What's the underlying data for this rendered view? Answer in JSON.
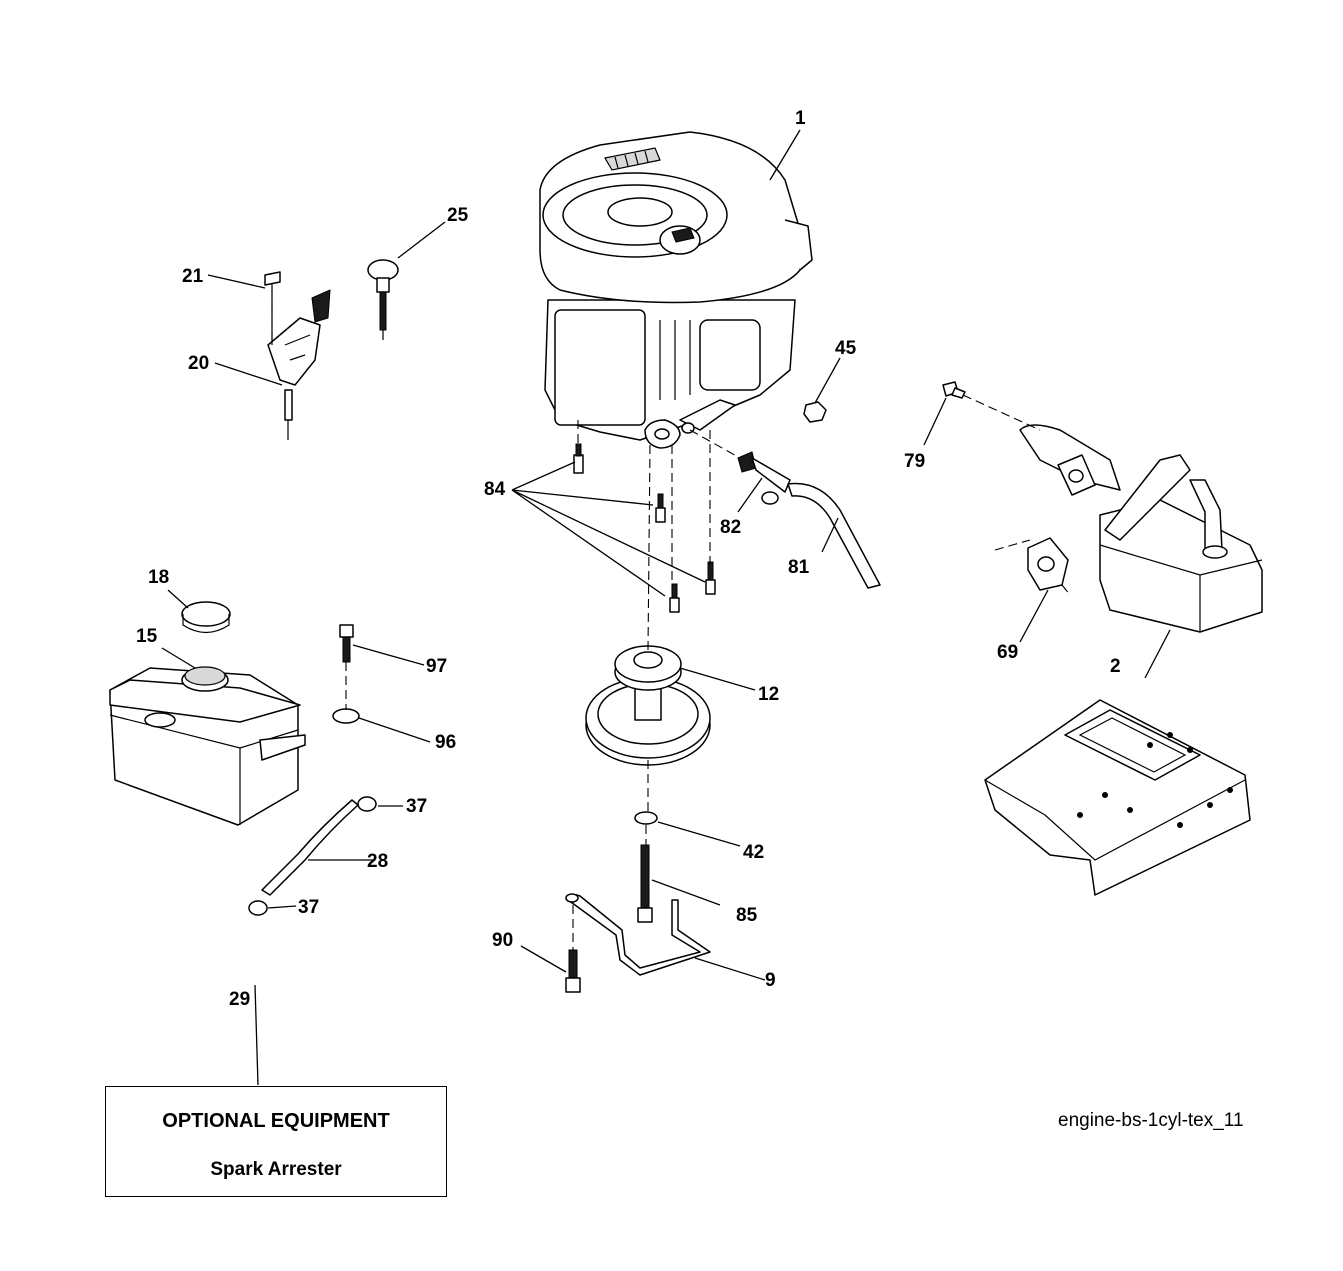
{
  "diagram": {
    "callouts": [
      {
        "key": "engine",
        "num": "1"
      },
      {
        "key": "muffler",
        "num": "2"
      },
      {
        "key": "bracket",
        "num": "9"
      },
      {
        "key": "pulley",
        "num": "12"
      },
      {
        "key": "fuel-tank",
        "num": "15"
      },
      {
        "key": "fuel-cap",
        "num": "18"
      },
      {
        "key": "throttle-control",
        "num": "20"
      },
      {
        "key": "throttle-screw",
        "num": "21"
      },
      {
        "key": "dipstick",
        "num": "25"
      },
      {
        "key": "fuel-line",
        "num": "28"
      },
      {
        "key": "spark-arrester",
        "num": "29"
      },
      {
        "key": "clamp-upper",
        "num": "37"
      },
      {
        "key": "clamp-lower",
        "num": "37"
      },
      {
        "key": "washer-pulley",
        "num": "42"
      },
      {
        "key": "nut",
        "num": "45"
      },
      {
        "key": "gasket",
        "num": "69"
      },
      {
        "key": "muffler-bolt",
        "num": "79"
      },
      {
        "key": "drain-hose",
        "num": "81"
      },
      {
        "key": "drain-valve",
        "num": "82"
      },
      {
        "key": "engine-bolts",
        "num": "84"
      },
      {
        "key": "pulley-bolt",
        "num": "85"
      },
      {
        "key": "bracket-bolt",
        "num": "90"
      },
      {
        "key": "washer-tank",
        "num": "96"
      },
      {
        "key": "tank-bolt",
        "num": "97"
      }
    ]
  },
  "optional_equipment": {
    "title": "OPTIONAL EQUIPMENT",
    "item": "Spark Arrester"
  },
  "diagram_id": "engine-bs-1cyl-tex_11"
}
